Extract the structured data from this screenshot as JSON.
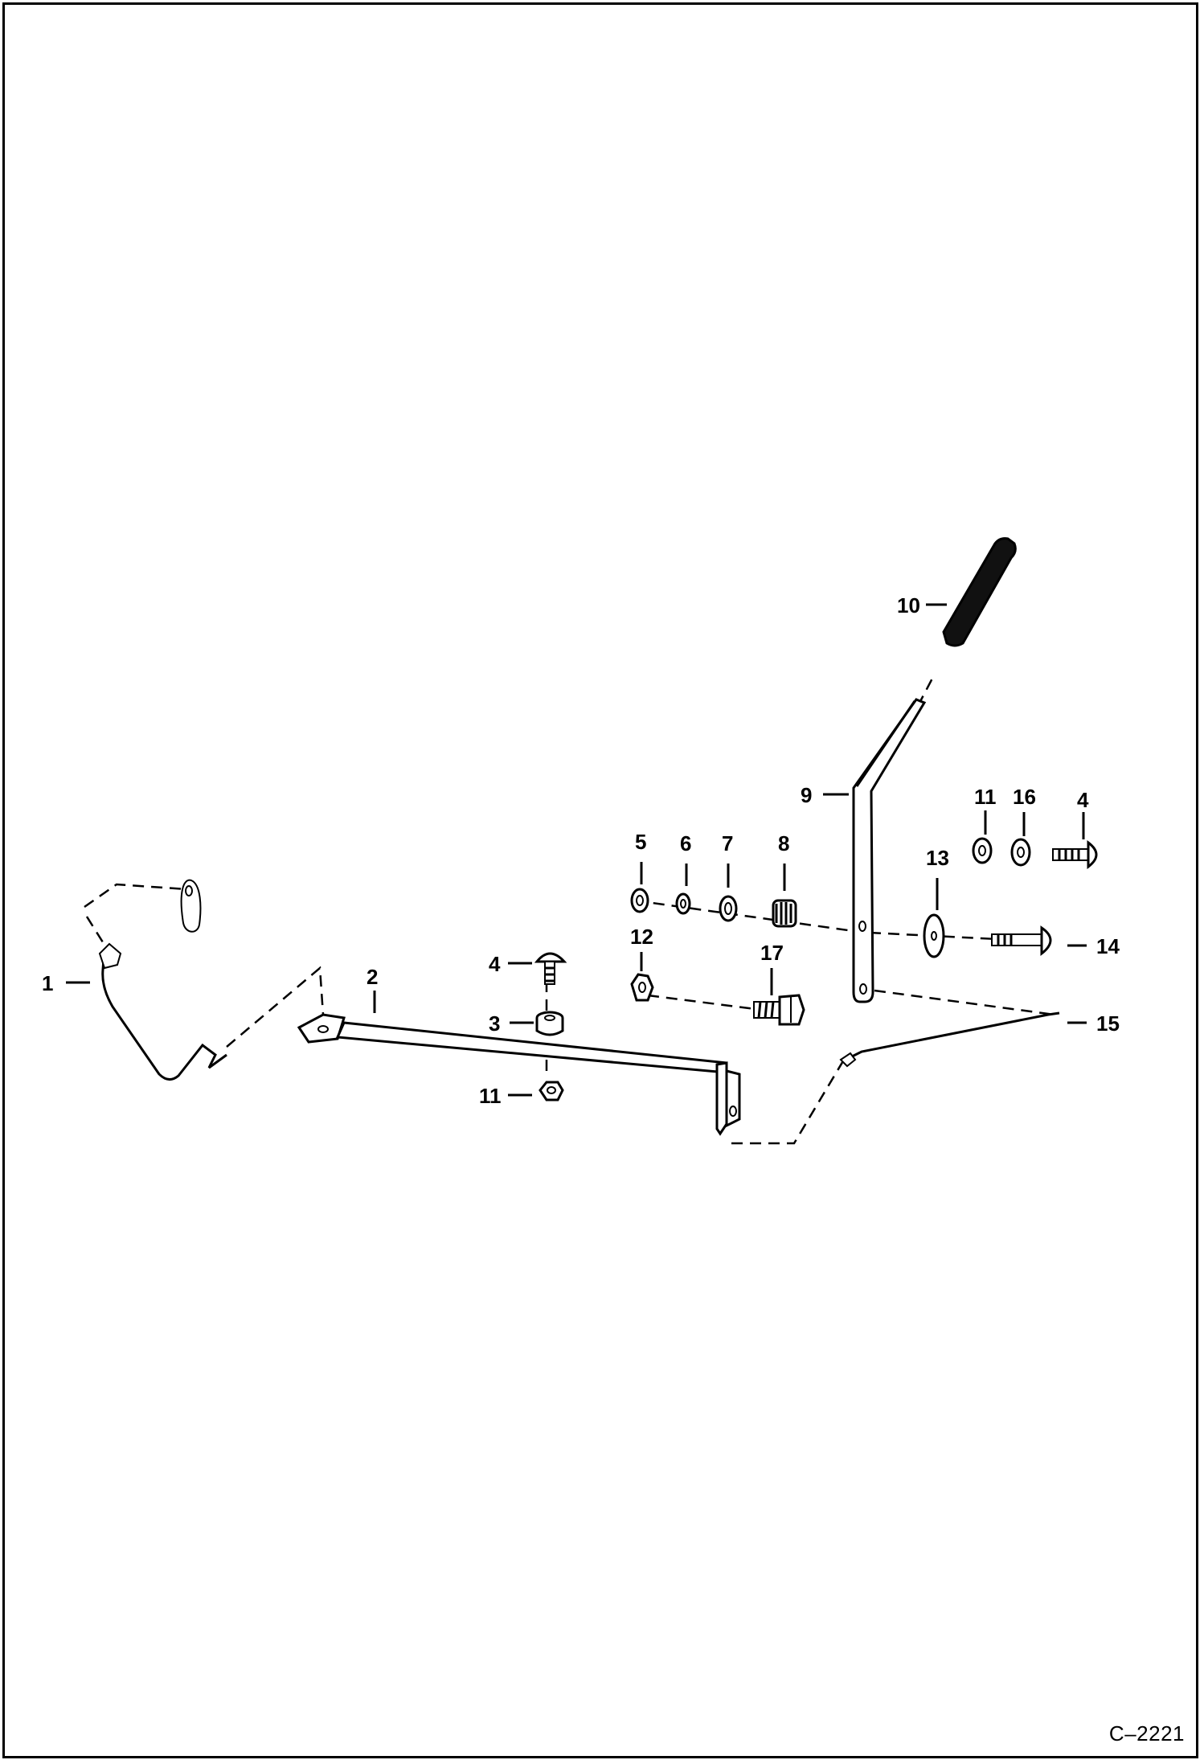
{
  "figure_code": "C–2221",
  "callouts": {
    "c1": "1",
    "c2": "2",
    "c3": "3",
    "c4a": "4",
    "c4b": "4",
    "c5": "5",
    "c6": "6",
    "c7": "7",
    "c8": "8",
    "c9": "9",
    "c10": "10",
    "c11a": "11",
    "c11b": "11",
    "c12": "12",
    "c13": "13",
    "c14": "14",
    "c15": "15",
    "c16": "16",
    "c17": "17"
  }
}
